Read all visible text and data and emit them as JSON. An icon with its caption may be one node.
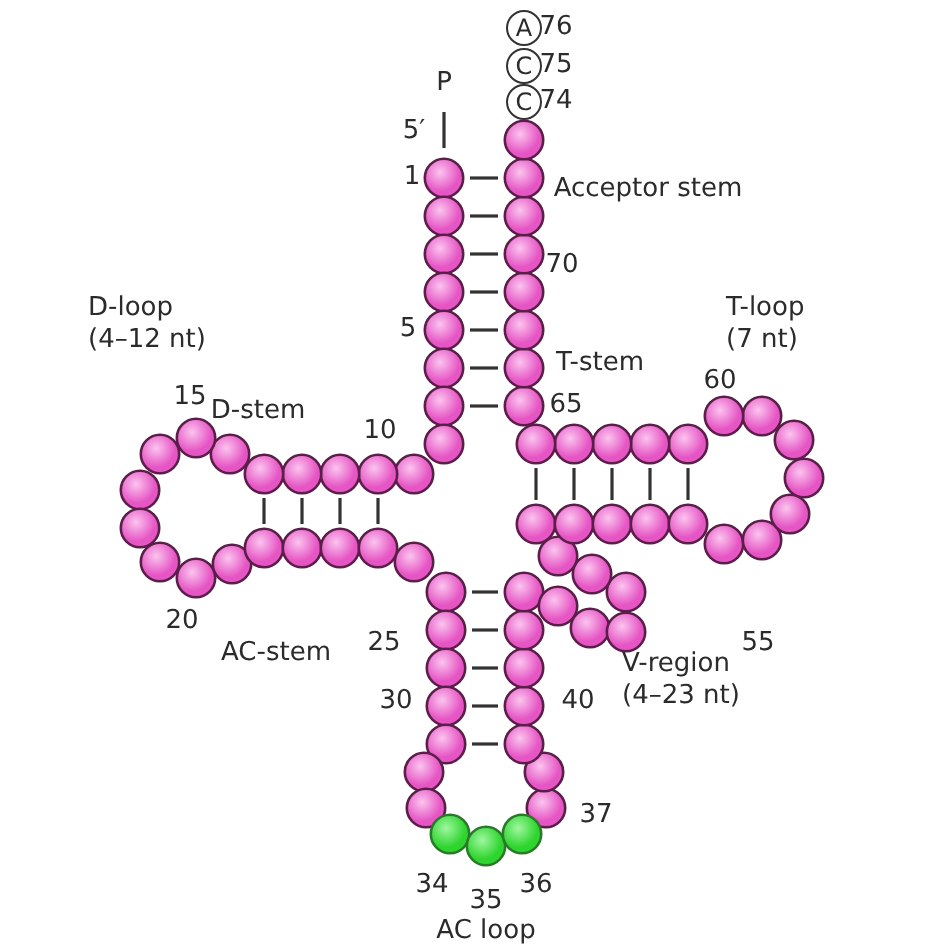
{
  "diagram": {
    "nodes": [
      {
        "text": [
          "A"
        ]
      },
      {
        "text": [
          "C"
        ]
      },
      {
        "text": [
          "C"
        ]
      }
    ],
    "labels": [
      "76",
      "75",
      "74",
      "P",
      "5′",
      "1",
      "Acceptor stem",
      "70",
      "5",
      "D-loop (4–12 nt)",
      "T-loop (7 nt)",
      "15",
      "D-stem",
      "10",
      "T-stem",
      "60",
      "65",
      "20",
      "25",
      "55",
      "AC-stem",
      "V-region (4–23 nt)",
      "30",
      "40",
      "37",
      "34",
      "35",
      "36",
      "AC loop"
    ]
  }
}
